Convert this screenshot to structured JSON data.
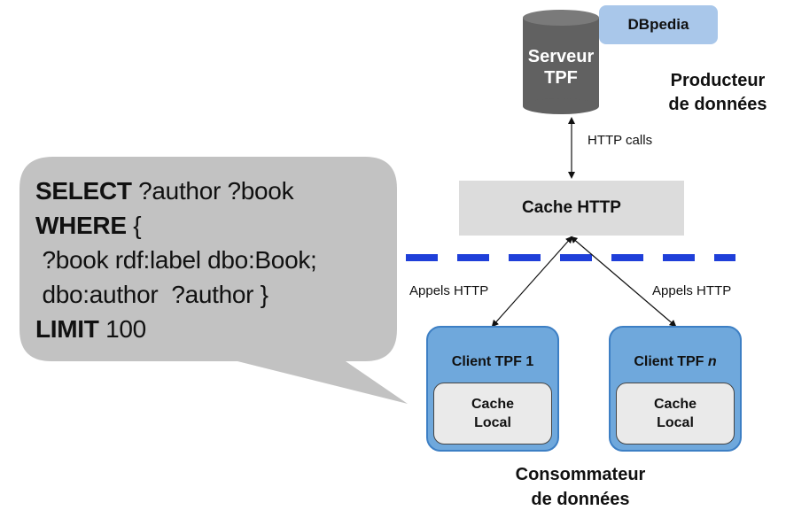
{
  "server": {
    "line1": "Serveur",
    "line2": "TPF"
  },
  "dbpedia": "DBpedia",
  "producer": {
    "line1": "Producteur",
    "line2": "de données"
  },
  "http_calls": "HTTP calls",
  "cache_http": "Cache HTTP",
  "appels_left": "Appels HTTP",
  "appels_right": "Appels HTTP",
  "client1": {
    "title": "Client TPF 1",
    "cache_line1": "Cache",
    "cache_line2": "Local"
  },
  "client_n": {
    "title_prefix": "Client TPF ",
    "title_suffix": "n",
    "cache_line1": "Cache",
    "cache_line2": "Local"
  },
  "consumer": {
    "line1": "Consommateur",
    "line2": "de données"
  },
  "query": {
    "select_kw": "SELECT",
    "select_rest": " ?author ?book",
    "where_kw": "WHERE",
    "where_rest": " {",
    "line3": " ?book rdf:label dbo:Book;",
    "line4": " dbo:author  ?author }",
    "limit_kw": "LIMIT",
    "limit_rest": " 100"
  },
  "colors": {
    "server": "#616161",
    "dbpedia": "#a9c7ea",
    "cache_http": "#dcdcdc",
    "client": "#6fa8dc",
    "divider": "#1f3fd9",
    "bubble": "#c2c2c2"
  }
}
